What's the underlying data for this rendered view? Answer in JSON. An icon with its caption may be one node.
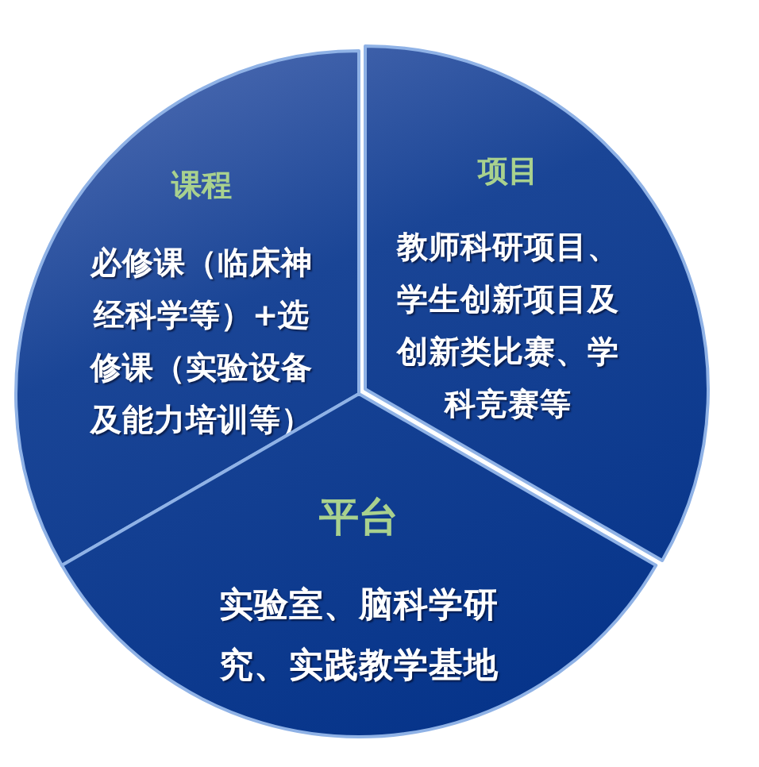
{
  "diagram": {
    "nodes": [
      {
        "text": [
          "课程",
          "必修课（临床神经科学等）+选修课（实验设备及能力培训等）"
        ]
      },
      {
        "text": [
          "项目",
          "教师科研项目、学生创新项目及创新类比赛、学科竞赛等"
        ]
      },
      {
        "text": [
          "平台",
          "实验室、脑科学研究、实践教学基地"
        ]
      }
    ]
  }
}
